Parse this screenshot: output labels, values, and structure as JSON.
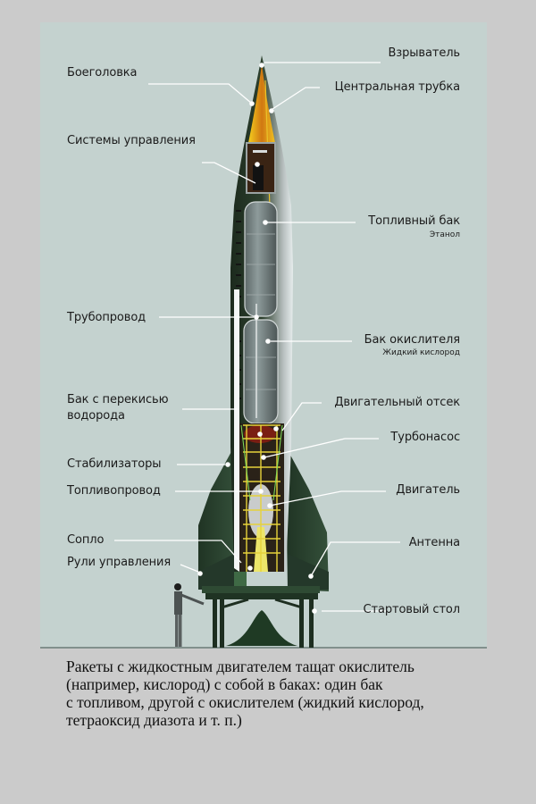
{
  "diagram": {
    "subject": "Liquid-fuel rocket (V-2 type) cutaway on launch table",
    "colors": {
      "page_background": "#cbcbcb",
      "panel_background": "#c4d2cf",
      "rocket_body_green": "#2a3d2a",
      "fin_green": "#2f4a33",
      "warhead_yellow": "#f0c020",
      "warhead_orange": "#c86a10",
      "tank_gray": "#7d8a8a",
      "leader_line": "#ffffff",
      "label_text": "#1b1b1b"
    },
    "labels_left": [
      {
        "id": "warhead",
        "text": "Боеголовка"
      },
      {
        "id": "control-systems",
        "text": "Системы управления"
      },
      {
        "id": "pipeline",
        "text": "Трубопровод"
      },
      {
        "id": "hydrogen-peroxide-tank",
        "line1": "Бак с перекисью",
        "line2": "водорода"
      },
      {
        "id": "stabilizers",
        "text": "Стабилизаторы"
      },
      {
        "id": "fuel-line",
        "text": "Топливопровод"
      },
      {
        "id": "nozzle",
        "text": "Сопло"
      },
      {
        "id": "control-rudders",
        "text": "Рули управления"
      }
    ],
    "labels_right": [
      {
        "id": "detonator",
        "text": "Взрыватель"
      },
      {
        "id": "central-tube",
        "text": "Центральная трубка"
      },
      {
        "id": "fuel-tank",
        "text": "Топливный бак",
        "sub": "Этанол"
      },
      {
        "id": "oxidizer-tank",
        "text": "Бак окислителя",
        "sub": "Жидкий кислород"
      },
      {
        "id": "engine-compartment",
        "text": "Двигательный отсек"
      },
      {
        "id": "turbopump",
        "text": "Турбонасос"
      },
      {
        "id": "engine",
        "text": "Двигатель"
      },
      {
        "id": "antenna",
        "text": "Антенна"
      },
      {
        "id": "launch-table",
        "text": "Стартовый стол"
      }
    ]
  },
  "caption": {
    "lines": [
      "Ракеты с жидкостным двигателем тащат окислитель",
      "(например, кислород) с собой в баках: один бак",
      "с топливом, другой с окислителем (жидкий кислород,",
      "тетраоксид диазота и т. п.)"
    ]
  }
}
